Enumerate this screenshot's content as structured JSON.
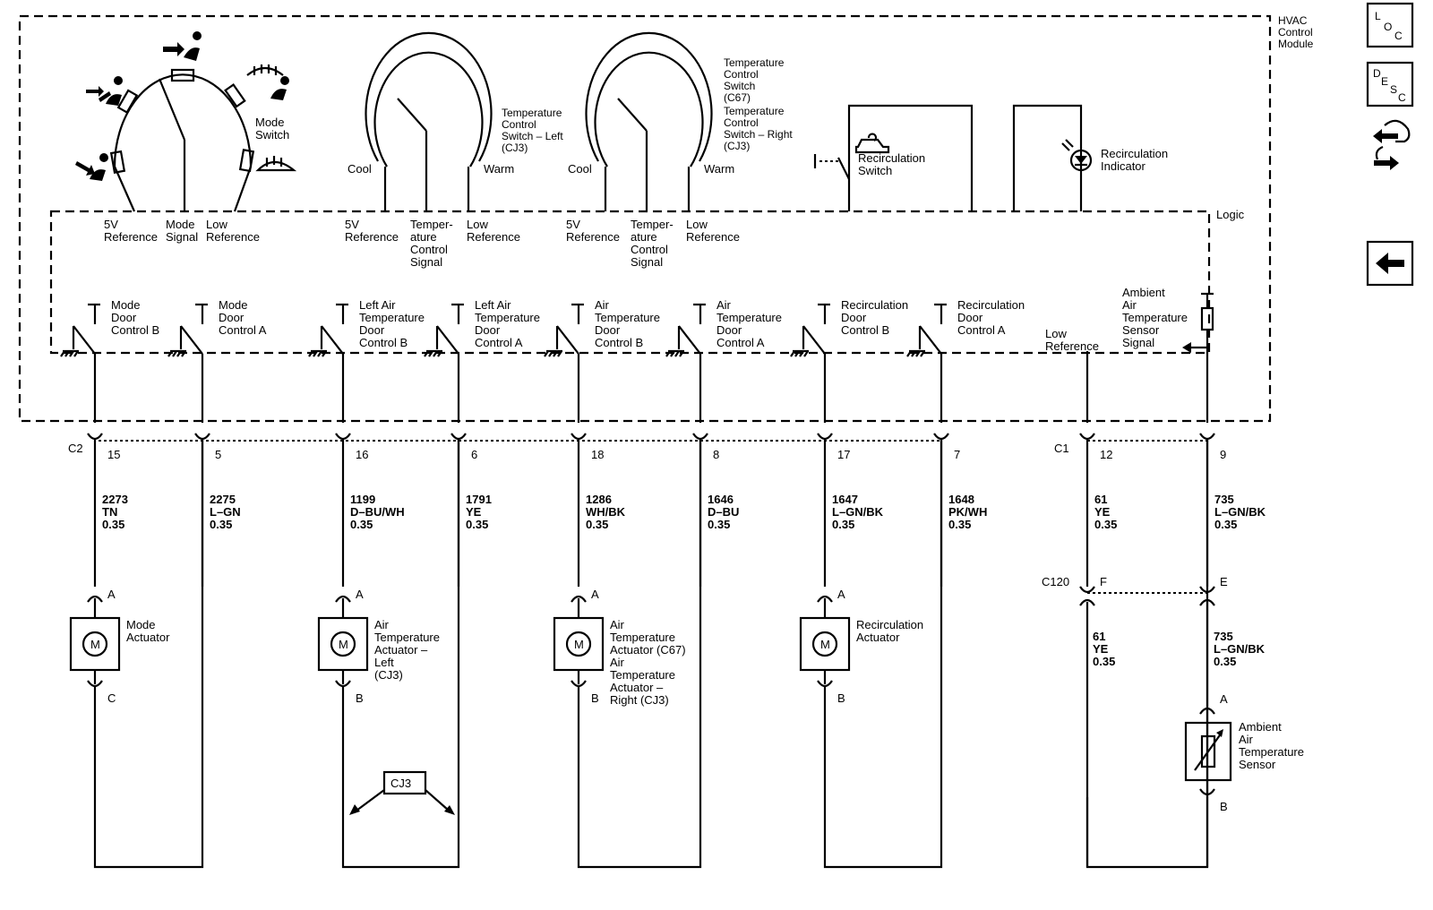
{
  "module": {
    "name": [
      "HVAC",
      "Control",
      "Module"
    ],
    "logic": "Logic"
  },
  "mode_switch": {
    "label": [
      "Mode",
      "Switch"
    ],
    "pins": [
      [
        "5V",
        "Reference"
      ],
      [
        "Mode",
        "Signal"
      ],
      [
        "Low",
        "Reference"
      ]
    ]
  },
  "temp_left": {
    "label": [
      "Temperature",
      "Control",
      "Switch – Left",
      "(CJ3)"
    ],
    "cool": "Cool",
    "warm": "Warm",
    "pins": [
      [
        "5V",
        "Reference"
      ],
      [
        "Temper-",
        "ature",
        "Control",
        "Signal"
      ],
      [
        "Low",
        "Reference"
      ]
    ]
  },
  "temp_right": {
    "label": [
      "Temperature",
      "Control",
      "Switch",
      "(C67)",
      "Temperature",
      "Control",
      "Switch – Right",
      "(CJ3)"
    ],
    "cool": "Cool",
    "warm": "Warm",
    "pins": [
      [
        "5V",
        "Reference"
      ],
      [
        "Temper-",
        "ature",
        "Control",
        "Signal"
      ],
      [
        "Low",
        "Reference"
      ]
    ]
  },
  "recirc_switch": {
    "label": [
      "Recirculation",
      "Switch"
    ]
  },
  "recirc_indicator": {
    "label": [
      "Recirculation",
      "Indicator"
    ]
  },
  "drivers": [
    [
      "Mode",
      "Door",
      "Control B"
    ],
    [
      "Mode",
      "Door",
      "Control A"
    ],
    [
      "Left Air",
      "Temperature",
      "Door",
      "Control B"
    ],
    [
      "Left Air",
      "Temperature",
      "Door",
      "Control A"
    ],
    [
      "Air",
      "Temperature",
      "Door",
      "Control B"
    ],
    [
      "Air",
      "Temperature",
      "Door",
      "Control A"
    ],
    [
      "Recirculation",
      "Door",
      "Control B"
    ],
    [
      "Recirculation",
      "Door",
      "Control A"
    ]
  ],
  "low_reference": [
    "Low",
    "Reference"
  ],
  "ambient_signal": [
    "Ambient",
    "Air",
    "Temperature",
    "Sensor",
    "Signal"
  ],
  "connectors": {
    "c2": "C2",
    "c1": "C1",
    "c120": "C120"
  },
  "wires": [
    {
      "pin": "15",
      "circuit": "2273",
      "color": "TN",
      "gauge": "0.35"
    },
    {
      "pin": "5",
      "circuit": "2275",
      "color": "L–GN",
      "gauge": "0.35"
    },
    {
      "pin": "16",
      "circuit": "1199",
      "color": "D–BU/WH",
      "gauge": "0.35"
    },
    {
      "pin": "6",
      "circuit": "1791",
      "color": "YE",
      "gauge": "0.35"
    },
    {
      "pin": "18",
      "circuit": "1286",
      "color": "WH/BK",
      "gauge": "0.35"
    },
    {
      "pin": "8",
      "circuit": "1646",
      "color": "D–BU",
      "gauge": "0.35"
    },
    {
      "pin": "17",
      "circuit": "1647",
      "color": "L–GN/BK",
      "gauge": "0.35"
    },
    {
      "pin": "7",
      "circuit": "1648",
      "color": "PK/WH",
      "gauge": "0.35"
    },
    {
      "pin": "12",
      "circuit": "61",
      "color": "YE",
      "gauge": "0.35"
    },
    {
      "pin": "9",
      "circuit": "735",
      "color": "L–GN/BK",
      "gauge": "0.35"
    }
  ],
  "c120_pins": [
    "F",
    "E"
  ],
  "lower_wires": [
    {
      "circuit": "61",
      "color": "YE",
      "gauge": "0.35"
    },
    {
      "circuit": "735",
      "color": "L–GN/BK",
      "gauge": "0.35"
    }
  ],
  "actuators": [
    {
      "label": [
        "Mode",
        "Actuator"
      ],
      "top": "A",
      "bottom": "C",
      "motor": "M"
    },
    {
      "label": [
        "Air",
        "Temperature",
        "Actuator –",
        "Left",
        "(CJ3)"
      ],
      "top": "A",
      "bottom": "B",
      "motor": "M"
    },
    {
      "label": [
        "Air",
        "Temperature",
        "Actuator (C67)",
        "Air",
        "Temperature",
        "Actuator –",
        "Right (CJ3)"
      ],
      "top": "A",
      "bottom": "B",
      "motor": "M"
    },
    {
      "label": [
        "Recirculation",
        "Actuator"
      ],
      "top": "A",
      "bottom": "B",
      "motor": "M"
    }
  ],
  "ambient_sensor": {
    "label": [
      "Ambient",
      "Air",
      "Temperature",
      "Sensor"
    ],
    "top": "A",
    "bottom": "B"
  },
  "option_box": "CJ3",
  "side_icons": {
    "loc": [
      "L",
      "O",
      "C"
    ],
    "desc": [
      "D",
      "E",
      "S",
      "C"
    ]
  },
  "colors": {
    "line": "#000000",
    "background": "#ffffff"
  }
}
